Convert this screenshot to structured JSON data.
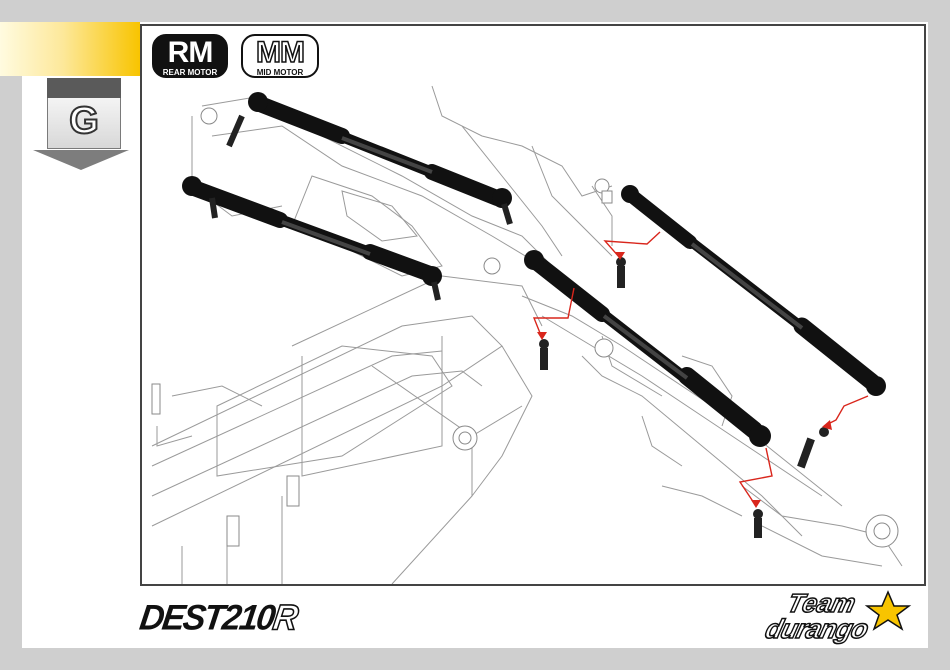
{
  "step": {
    "letter": "G"
  },
  "badges": {
    "rm": {
      "big": "RM",
      "small": "REAR MOTOR"
    },
    "mm": {
      "big": "MM",
      "small": "MID MOTOR"
    }
  },
  "footer": {
    "model_main": "DEST210",
    "model_suffix": "R",
    "brand_line1": "Team",
    "brand_line2": "durango"
  },
  "colors": {
    "accent_yellow": "#f8c400",
    "arrow_red": "#d9261c",
    "part_black": "#111111",
    "background_gray": "#cfcfcf"
  }
}
